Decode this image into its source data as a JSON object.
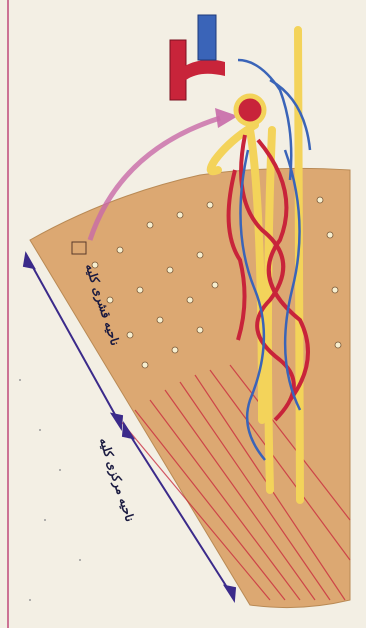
{
  "figure": {
    "region_labels": [
      {
        "key": "cortex",
        "text": "ناحیه قشری کلیه"
      },
      {
        "key": "medulla",
        "text": "ناحیه مرکزی کلیه"
      }
    ]
  },
  "colors": {
    "artery": "#c8243a",
    "vein": "#3a64b8",
    "tubule": "#f3d35a",
    "tissue": "#dca872",
    "background": "#f3efe4",
    "arrow": "#3b2a8a"
  }
}
